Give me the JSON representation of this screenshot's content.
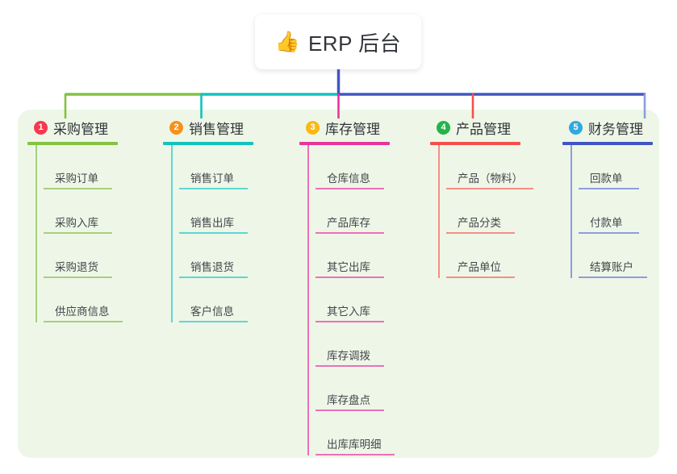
{
  "root": {
    "icon": "thumbs-up-icon",
    "emoji": "👍",
    "title": "ERP 后台"
  },
  "panel": {
    "background_color": "#eef7e7"
  },
  "columns": [
    {
      "number": "1",
      "badge_color": "#f5394f",
      "line_color": "#82c341",
      "rule_color": "#a8cf7e",
      "title": "采购管理",
      "items": [
        {
          "label": "采购订单"
        },
        {
          "label": "采购入库"
        },
        {
          "label": "采购退货"
        },
        {
          "label": "供应商信息"
        }
      ]
    },
    {
      "number": "2",
      "badge_color": "#f6911e",
      "line_color": "#11c3bd",
      "rule_color": "#5ed6d2",
      "title": "销售管理",
      "items": [
        {
          "label": "销售订单"
        },
        {
          "label": "销售出库"
        },
        {
          "label": "销售退货"
        },
        {
          "label": "客户信息"
        }
      ]
    },
    {
      "number": "3",
      "badge_color": "#fbb816",
      "line_color": "#e8359a",
      "rule_color": "#ee6fb8",
      "title": "库存管理",
      "items": [
        {
          "label": "仓库信息"
        },
        {
          "label": "产品库存"
        },
        {
          "label": "其它出库"
        },
        {
          "label": "其它入库"
        },
        {
          "label": "库存调拨"
        },
        {
          "label": "库存盘点"
        },
        {
          "label": "出库库明细"
        }
      ]
    },
    {
      "number": "4",
      "badge_color": "#23b34a",
      "line_color": "#f4504b",
      "rule_color": "#f58d87",
      "title": "产品管理",
      "items": [
        {
          "label": "产品（物料）"
        },
        {
          "label": "产品分类"
        },
        {
          "label": "产品单位"
        }
      ]
    },
    {
      "number": "5",
      "badge_color": "#31a8e0",
      "line_color": "#4056c4",
      "rule_color": "#8d9ddd",
      "title": "财务管理",
      "items": [
        {
          "label": "回款单"
        },
        {
          "label": "付款单"
        },
        {
          "label": "结算账户"
        }
      ]
    }
  ],
  "connector": {
    "trunk_color": "#4056c4",
    "bus_segments": [
      {
        "color": "#82c341"
      },
      {
        "color": "#11c3bd"
      },
      {
        "color": "#4056c4"
      }
    ]
  }
}
